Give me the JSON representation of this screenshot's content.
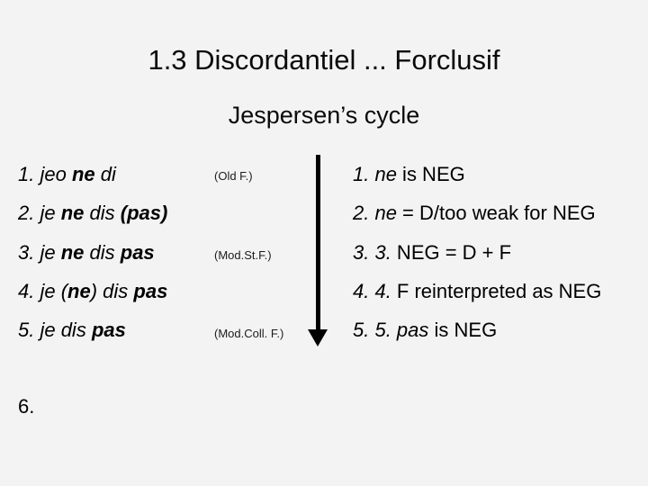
{
  "slide": {
    "title": "1.3 Discordantiel ... Forclusif",
    "subtitle": "Jespersen’s cycle"
  },
  "left_items": [
    {
      "seg": [
        "1. jeo ",
        "ne",
        " di"
      ]
    },
    {
      "seg": [
        "2. je ",
        "ne",
        " dis ",
        "(pas)"
      ]
    },
    {
      "seg": [
        "3. je ",
        "ne",
        " dis ",
        "pas"
      ]
    },
    {
      "seg": [
        "4. je (",
        "ne",
        ") dis ",
        "pas"
      ]
    },
    {
      "seg": [
        "5. je dis ",
        "pas"
      ]
    },
    {
      "seg": [
        "6."
      ]
    }
  ],
  "era_labels": [
    "(Old F.)",
    "(Mod.St.F.)",
    "(Mod.Coll. F.)"
  ],
  "right_items": [
    {
      "seg": [
        "1. ne",
        " is NEG"
      ]
    },
    {
      "seg": [
        "2. ne",
        " = D/too weak for NEG"
      ]
    },
    {
      "seg": [
        "3. 3.",
        " NEG = D + F"
      ]
    },
    {
      "seg": [
        "4. 4.",
        " F reinterpreted as NEG"
      ]
    },
    {
      "seg": [
        "5. 5. pas",
        " is NEG"
      ]
    }
  ],
  "arrow": {
    "icon": "down-arrow",
    "color": "#000000"
  },
  "colors": {
    "background": "#f3f3f3",
    "text": "#000000"
  }
}
